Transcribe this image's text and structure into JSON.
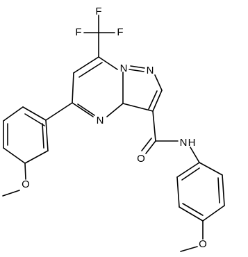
{
  "atom_labels": {
    "f_top": "F",
    "f_left": "F",
    "f_right": "F",
    "n_bridge": "N",
    "n_pyrazole": "N",
    "n_pyrimidine": "N",
    "o_carbonyl": "O",
    "n_amide": "N",
    "h_amide": "H",
    "o_methoxy_left": "O",
    "o_methoxy_right": "O"
  },
  "colors": {
    "bond": "#000000",
    "text": "#000000",
    "background": "#ffffff"
  }
}
